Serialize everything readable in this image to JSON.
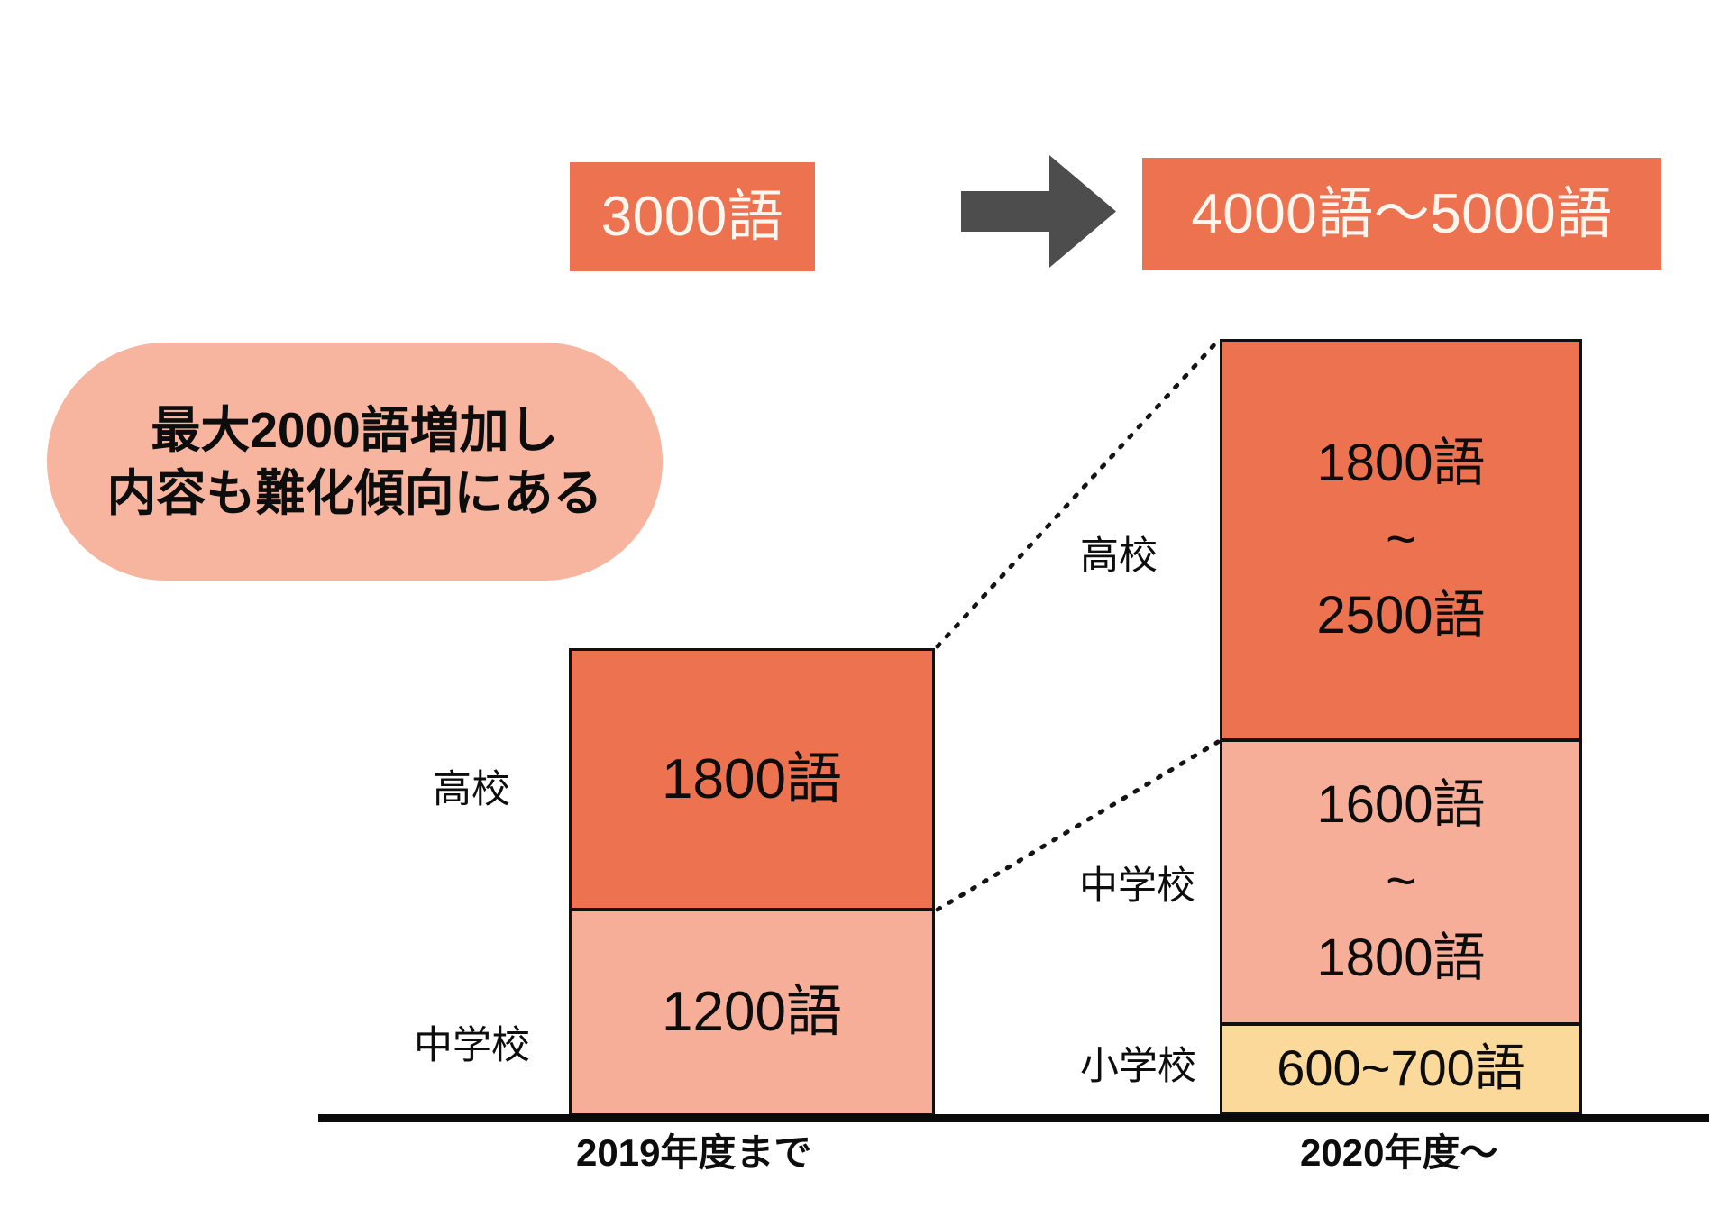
{
  "summary": {
    "before_label": "3000語",
    "arrow_icon": "arrow-right-icon",
    "after_label": "4000語〜5000語"
  },
  "callout": {
    "line1": "最大2000語増加し",
    "line2": "内容も難化傾向にある"
  },
  "colors": {
    "orange": "#ED7250",
    "pink": "#F7AE98",
    "callout_pink": "#F7B49E",
    "yellow": "#FBD99A",
    "outline": "#111111",
    "banner_text": "#FDF6EF",
    "text": "#0D0D0D"
  },
  "chart_data": {
    "type": "bar",
    "title": "",
    "subtitle": "",
    "xlabel": "",
    "ylabel": "",
    "grid": false,
    "legend": "none",
    "stacked": true,
    "unit": "語",
    "categories": [
      "2019年度まで",
      "2020年度〜"
    ],
    "series": [
      {
        "name": "小学校",
        "values": [
          0,
          650
        ],
        "value_labels": [
          "",
          "600~700語"
        ],
        "color": "#FBD99A"
      },
      {
        "name": "中学校",
        "values": [
          1200,
          1700
        ],
        "value_labels": [
          "1200語",
          "1600語\n~\n1800語"
        ],
        "color": "#F7AE98"
      },
      {
        "name": "高校",
        "values": [
          1800,
          2150
        ],
        "value_labels": [
          "1800語",
          "1800語\n~\n2500語"
        ],
        "color": "#ED7250"
      }
    ],
    "totals": [
      3000,
      4500
    ],
    "total_range": [
      "3000語",
      "4000語〜5000語"
    ],
    "annotations": [
      "最大2000語増加し",
      "内容も難化傾向にある"
    ]
  },
  "bars": {
    "left": {
      "axis_label": "2019年度まで",
      "segments": [
        {
          "row_label": "高校",
          "lines": [
            "1800語"
          ]
        },
        {
          "row_label": "中学校",
          "lines": [
            "1200語"
          ]
        }
      ]
    },
    "right": {
      "axis_label": "2020年度〜",
      "segments": [
        {
          "row_label": "高校",
          "lines": [
            "1800語",
            "~",
            "2500語"
          ]
        },
        {
          "row_label": "中学校",
          "lines": [
            "1600語",
            "~",
            "1800語"
          ]
        },
        {
          "row_label": "小学校",
          "lines": [
            "600~700語"
          ]
        }
      ]
    }
  }
}
